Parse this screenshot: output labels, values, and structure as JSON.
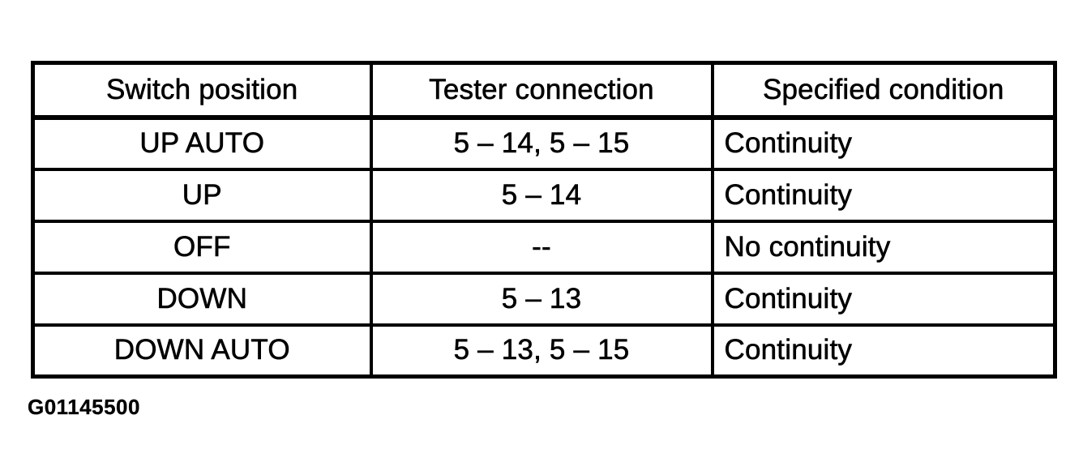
{
  "document": {
    "figure_id": "G01145500"
  },
  "table": {
    "columns": [
      {
        "label": "Switch position"
      },
      {
        "label": "Tester connection"
      },
      {
        "label": "Specified condition"
      }
    ],
    "rows": [
      {
        "switch_position": "UP AUTO",
        "tester_connection": "5 – 14, 5 – 15",
        "specified_condition": "Continuity"
      },
      {
        "switch_position": "UP",
        "tester_connection": "5 – 14",
        "specified_condition": "Continuity"
      },
      {
        "switch_position": "OFF",
        "tester_connection": "--",
        "specified_condition": "No continuity"
      },
      {
        "switch_position": "DOWN",
        "tester_connection": "5 – 13",
        "specified_condition": "Continuity"
      },
      {
        "switch_position": "DOWN AUTO",
        "tester_connection": "5 – 13, 5 – 15",
        "specified_condition": "Continuity"
      }
    ]
  },
  "colors": {
    "ink": "#000000",
    "paper": "#ffffff"
  }
}
